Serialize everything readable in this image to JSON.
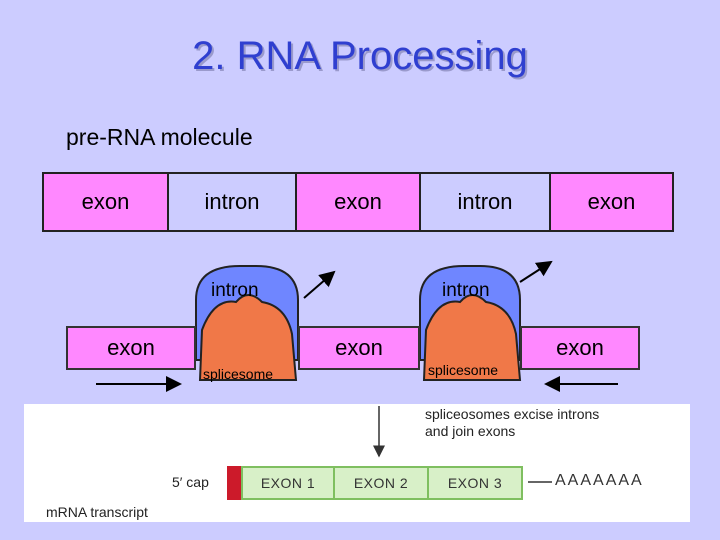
{
  "slide": {
    "title": "2. RNA Processing",
    "subtitle": "pre-RNA molecule"
  },
  "pre_rna": {
    "segments": [
      "exon",
      "intron",
      "exon",
      "intron",
      "exon"
    ]
  },
  "splicing": {
    "intron_left": "intron",
    "intron_right": "intron",
    "exon_left": "exon",
    "exon_middle": "exon",
    "exon_right": "exon",
    "spliceosome_left": "splicesome",
    "spliceosome_right": "splicesome"
  },
  "figure": {
    "caption_line1": "spliceosomes excise introns",
    "caption_line2": "and join exons",
    "cap_label": "5′ cap",
    "exons": [
      "EXON 1",
      "EXON 2",
      "EXON 3"
    ],
    "poly_a": "AAAAAAA",
    "transcript_label": "mRNA transcript"
  },
  "colors": {
    "background": "#ccccff",
    "title": "#2f3fd0",
    "exon": "#ff88ff",
    "intron_blue": "#6f86ff",
    "spliceosome": "#f07848",
    "cap_red": "#cc1a2a",
    "mrna_exon": "#d8f0c8"
  }
}
